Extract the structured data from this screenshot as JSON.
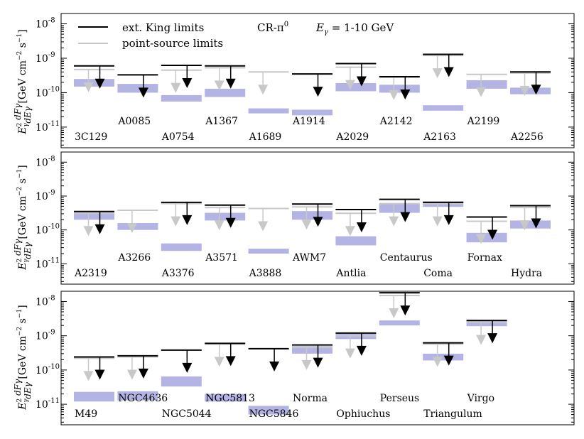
{
  "figure": {
    "ylabel": "E²γ dFγ/dEγ [GeV cm⁻² s⁻¹]",
    "ylabel_parts": {
      "prefix": "E",
      "sup": "2",
      "sub": "γ",
      "frac_num": "dFγ",
      "frac_den": "dEγ",
      "units": "[GeV cm",
      "units_exp1": "−2",
      "units_s": " s",
      "units_exp2": "−1",
      "units_close": "]"
    },
    "legend": {
      "king_label": "ext. King limits",
      "point_label": "point-source limits",
      "model_label": "CR-π",
      "model_sup": "0",
      "energy_prefix": "E",
      "energy_sub": "γ",
      "energy_value": " = 1-10 GeV"
    },
    "colors": {
      "king": "#000000",
      "point": "#c8c8c8",
      "band": "#b4b4e4"
    },
    "y_tick_labels": [
      {
        "base": "10",
        "exp": "-8"
      },
      {
        "base": "10",
        "exp": "-9"
      },
      {
        "base": "10",
        "exp": "-10"
      },
      {
        "base": "10",
        "exp": "-11"
      }
    ]
  },
  "chart_data": [
    {
      "type": "scatter",
      "yscale": "log",
      "ylim": [
        3e-12,
        3e-08
      ],
      "clusters": [
        "3C129",
        "A0085",
        "A0754",
        "A1367",
        "A1689",
        "A1914",
        "A2029",
        "A2142",
        "A2163",
        "A2199",
        "A2256"
      ],
      "series": [
        {
          "name": "ext. King limits",
          "values": [
            6e-10,
            3.3e-10,
            6.2e-10,
            6e-10,
            null,
            3.5e-10,
            7e-10,
            2.9e-10,
            1.3e-09,
            null,
            4e-10
          ]
        },
        {
          "name": "point-source limits",
          "values": [
            4.7e-10,
            null,
            4.5e-10,
            5.3e-10,
            4e-10,
            null,
            5.5e-10,
            2.8e-10,
            1.2e-09,
            3.4e-10,
            3.7e-10
          ]
        },
        {
          "name": "CR-π0",
          "band": [
            [
              1.5e-10,
              2.5e-10
            ],
            [
              1e-10,
              1.8e-10
            ],
            [
              5.5e-11,
              8.5e-11
            ],
            [
              7.5e-11,
              1.3e-10
            ],
            [
              2.5e-11,
              3.5e-11
            ],
            [
              2.2e-11,
              3.2e-11
            ],
            [
              1.1e-10,
              1.9e-10
            ],
            [
              1e-10,
              1.7e-10
            ],
            [
              3e-11,
              4.3e-11
            ],
            [
              1.3e-10,
              2.3e-10
            ],
            [
              9e-11,
              1.4e-10
            ]
          ]
        }
      ]
    },
    {
      "type": "scatter",
      "yscale": "log",
      "ylim": [
        3e-12,
        3e-08
      ],
      "clusters": [
        "A2319",
        "A3266",
        "A3376",
        "A3571",
        "A3888",
        "AWM7",
        "Antlia",
        "Centaurus",
        "Coma",
        "Fornax",
        "Hydra"
      ],
      "series": [
        {
          "name": "ext. King limits",
          "values": [
            3.5e-10,
            null,
            6.5e-10,
            5.4e-10,
            null,
            5.8e-10,
            4e-10,
            8e-10,
            6.5e-10,
            2.4e-10,
            5.2e-10
          ]
        },
        {
          "name": "point-source limits",
          "values": [
            3.1e-10,
            3.8e-10,
            6e-10,
            4.6e-10,
            4.3e-10,
            4.8e-10,
            3.1e-10,
            6e-10,
            6e-10,
            1.8e-10,
            4.6e-10
          ]
        },
        {
          "name": "CR-π0",
          "band": [
            [
              2e-10,
              3.3e-10
            ],
            [
              1e-10,
              1.6e-10
            ],
            [
              2.4e-11,
              4e-11
            ],
            [
              1.9e-10,
              3.2e-10
            ],
            [
              2e-11,
              2.8e-11
            ],
            [
              2e-10,
              3.6e-10
            ],
            [
              3.5e-11,
              6.5e-11
            ],
            [
              3.2e-10,
              5.8e-10
            ],
            [
              4.8e-10,
              7e-10
            ],
            [
              4.3e-11,
              8.2e-11
            ],
            [
              1.1e-10,
              1.9e-10
            ]
          ]
        }
      ]
    },
    {
      "type": "scatter",
      "yscale": "log",
      "ylim": [
        3e-12,
        3e-08
      ],
      "clusters": [
        "M49",
        "NGC4636",
        "NGC5044",
        "NGC5813",
        "NGC5846",
        "Norma",
        "Ophiuchus",
        "Perseus",
        "Triangulum",
        "Virgo"
      ],
      "series": [
        {
          "name": "ext. King limits",
          "values": [
            2.4e-10,
            2.6e-10,
            3.8e-10,
            6e-10,
            4.2e-10,
            5.4e-10,
            1.2e-09,
            1.8e-08,
            6.2e-10,
            2.8e-09
          ]
        },
        {
          "name": "point-source limits",
          "values": [
            2.2e-10,
            2.4e-10,
            null,
            5.7e-10,
            null,
            4.6e-10,
            1e-09,
            1.5e-08,
            5.7e-10,
            2.5e-09
          ]
        },
        {
          "name": "CR-π0",
          "band": [
            [
              1.2e-11,
              2.3e-11
            ],
            [
              1.3e-11,
              2.4e-11
            ],
            [
              3.3e-11,
              6.5e-11
            ],
            [
              1.2e-11,
              2e-11
            ],
            [
              5e-12,
              9e-12
            ],
            [
              3e-10,
              5e-10
            ],
            [
              8e-10,
              1.15e-09
            ],
            [
              2e-09,
              2.8e-09
            ],
            [
              1.9e-10,
              3e-10
            ],
            [
              1.9e-09,
              2.9e-09
            ]
          ]
        }
      ]
    }
  ]
}
